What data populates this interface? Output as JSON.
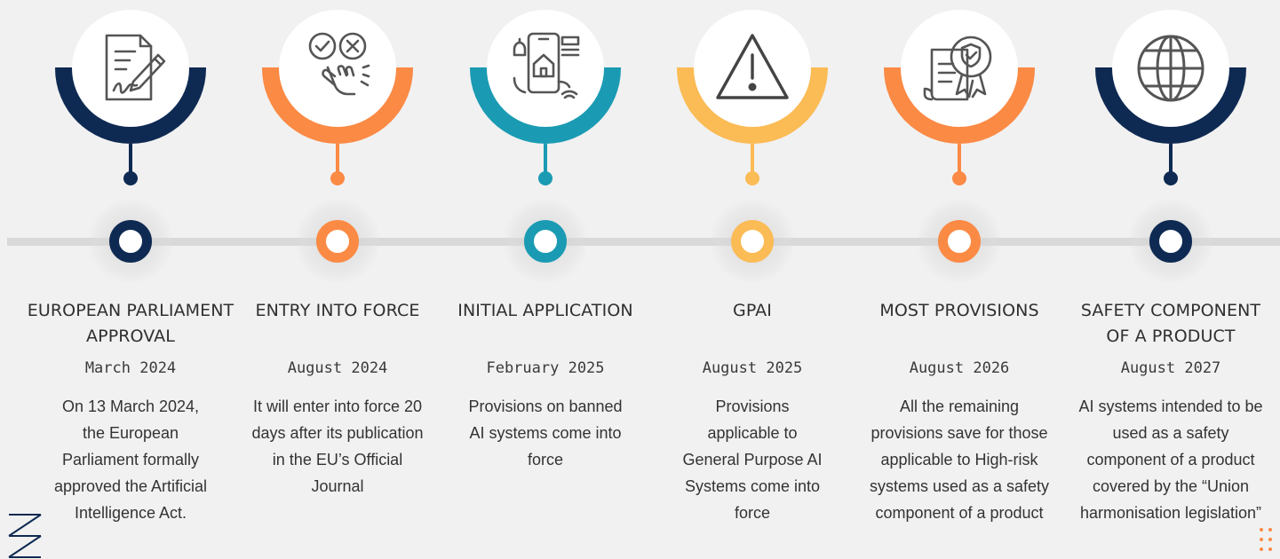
{
  "colors": {
    "navy": "#0f2a52",
    "orange": "#fb8a45",
    "teal": "#1a9bb3",
    "yellow": "#fbbb55",
    "line": "#d9d9d9",
    "background": "#f1f1f1"
  },
  "milestones": [
    {
      "title": "EUROPEAN PARLIAMENT APPROVAL",
      "date": "March 2024",
      "description": "On 13 March 2024, the European Parliament formally approved the Artificial Intelligence Act.",
      "color": "#0f2a52",
      "icon": "signed-document-icon"
    },
    {
      "title": "ENTRY INTO FORCE",
      "date": "August 2024",
      "description": "It will enter into force 20 days after its publication in the EU’s Official Journal",
      "color": "#fb8a45",
      "icon": "approve-reject-choice-icon"
    },
    {
      "title": "INITIAL APPLICATION",
      "date": "February 2025",
      "description": "Provisions on banned AI systems come into force",
      "color": "#1a9bb3",
      "icon": "smart-home-phone-icon"
    },
    {
      "title": "GPAI",
      "date": "August 2025",
      "description": "Provisions applicable to General Purpose AI Systems come into force",
      "color": "#fbbb55",
      "icon": "warning-triangle-icon"
    },
    {
      "title": "MOST PROVISIONS",
      "date": "August 2026",
      "description": "All the remaining provisions save for those applicable to High-risk systems used as a safety component of a product",
      "color": "#fb8a45",
      "icon": "certificate-shield-icon"
    },
    {
      "title": "SAFETY COMPONENT OF A PRODUCT",
      "date": "August 2027",
      "description": "AI systems intended to be used as a safety component of a product covered by the “Union harmonisation legislation”",
      "color": "#0f2a52",
      "icon": "globe-icon"
    }
  ]
}
